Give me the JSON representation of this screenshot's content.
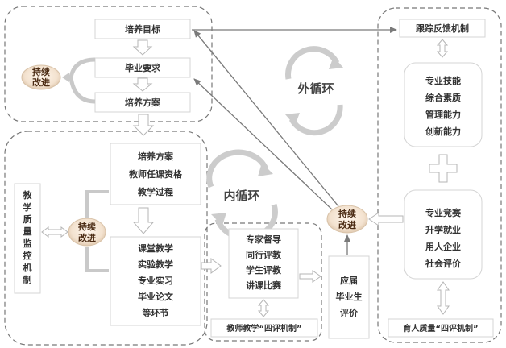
{
  "goal_group": {
    "goal": "培养目标",
    "requirement": "毕业要求",
    "plan": "培养方案",
    "improve": [
      "持续",
      "改进"
    ]
  },
  "outer_loop": "外循环",
  "inner_loop": "内循环",
  "teaching_group": {
    "process_lines": [
      "培养方案",
      "教师任课资格",
      "教学过程"
    ],
    "improve": [
      "持续",
      "改进"
    ],
    "activities": [
      "课堂教学",
      "实验教学",
      "专业实习",
      "毕业论文",
      "等环节"
    ]
  },
  "qa_vertical": [
    "教",
    "学",
    "质",
    "量",
    "监",
    "控",
    "机",
    "制"
  ],
  "four_eval_teacher": {
    "lines": [
      "专家督导",
      "同行评教",
      "学生评教",
      "讲课比赛"
    ],
    "caption": "教师教学“四评机制”"
  },
  "graduate_eval": [
    "应届",
    "毕业生",
    "评价"
  ],
  "improve_center": [
    "持续",
    "改进"
  ],
  "tracking": "跟踪反馈机制",
  "abilities": [
    "专业技能",
    "综合素质",
    "管理能力",
    "创新能力"
  ],
  "outcomes": [
    "专业竞赛",
    "升学就业",
    "用人企业",
    "社会评价"
  ],
  "four_eval_talent": "育人质量“四评机制”"
}
